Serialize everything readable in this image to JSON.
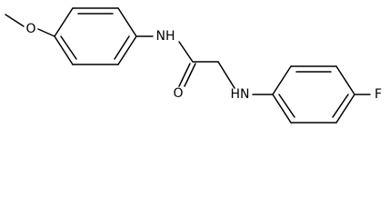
{
  "structure": {
    "atoms": {
      "methoxy_oxygen": "O",
      "amide_nitrogen": "NH",
      "carbonyl_oxygen": "O",
      "amine_nitrogen": "HN",
      "fluorine": "F"
    },
    "colors": {
      "bond": "#000000",
      "label": "#000000",
      "background": "#ffffff"
    }
  }
}
